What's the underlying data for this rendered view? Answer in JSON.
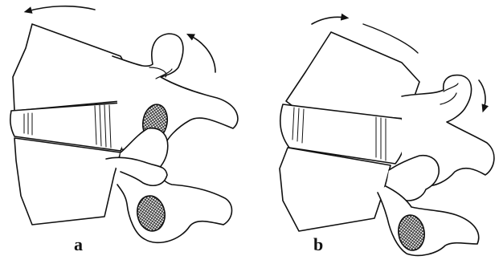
{
  "figure": {
    "panels": [
      {
        "id": "a",
        "label": "a"
      },
      {
        "id": "b",
        "label": "b"
      }
    ],
    "colors": {
      "line": "#111111",
      "background": "#ffffff",
      "hatch": "#222222"
    }
  }
}
